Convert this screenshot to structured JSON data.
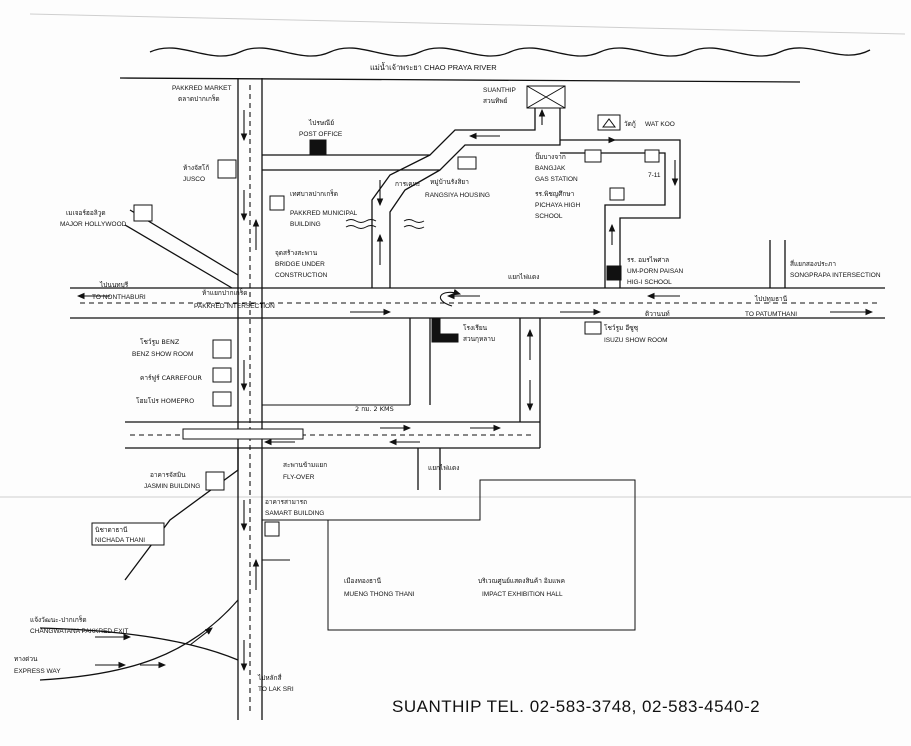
{
  "river": {
    "label": "แม่น้ำเจ้าพระยา CHAO PRAYA RIVER"
  },
  "places": {
    "suanthip_th": "สวนทิพย์",
    "suanthip_en": "SUANTHIP",
    "wat_th": "วัดกู้",
    "wat_en": "WAT KOO",
    "pakkred_market_en": "PAKKRED MARKET",
    "pakkred_market_th": "ตลาดปากเกร็ด",
    "post_office_th": "ไปรษณีย์",
    "post_office_en": "POST OFFICE",
    "jusco_th": "ห้างจัสโก้",
    "jusco_en": "JUSCO",
    "major_th": "เมเจอร์ฮอลิวูด",
    "major_en": "MAJOR HOLLYWOOD",
    "municipal_th": "เทศบาลปากเกร็ด",
    "municipal_en_1": "PAKKRED MUNICIPAL",
    "municipal_en_2": "BUILDING",
    "housing_th": "หมู่บ้านรังสิยา",
    "housing_en": "RANGSIYA HOUSING",
    "canal_th": "การเคหะ",
    "gas_th": "ปั๊มบางจาก",
    "gas_en_1": "BANGJAK",
    "gas_en_2": "GAS STATION",
    "seven_eleven": "7-11",
    "pichaya_th": "รร.พิชญศึกษา",
    "pichaya_en_1": "PICHAYA HIGH",
    "pichaya_en_2": "SCHOOL",
    "bridge_th": "จุดสร้างสะพาน",
    "bridge_en_1": "BRIDGE UNDER",
    "bridge_en_2": "CONSTRUCTION",
    "umporn_th": "รร. อมรไพศาล",
    "umporn_en_1": "UM-PORN PAISAN",
    "umporn_en_2": "HIG-I SCHOOL",
    "yaek_faidaeng": "แยกไฟแดง",
    "songprapa_th": "สี่แยกสองประภา",
    "songprapa_en": "SONGPRAPA INTERSECTION",
    "nonthaburi_th": "ไปนนทบุรี",
    "nonthaburi_en": "TO NONTHABURI",
    "pakkred_int_th": "ห้าแยกปากเกร็ด",
    "pakkred_int_en": "PAKKRED INTERSECTION",
    "pathumthani_th": "ไปปทุมธานี",
    "pathumthani_en": "TO PATUMTHANI",
    "tiwanon_th": "ติวานนท์",
    "school_th_1": "โรงเรียน",
    "school_th_2": "สวนกุหลาบ",
    "benz_th": "โชว์รูม BENZ",
    "benz_en": "BENZ SHOW ROOM",
    "carrefour": "คาร์ฟูร์ CARREFOUR",
    "homepro": "โฮมโปร HOMEPRO",
    "isuzu_th": "โชว์รูม อีซูซุ",
    "isuzu_en": "ISUZU SHOW ROOM",
    "distance": "2 กม. 2 KMS",
    "flyover_th": "สะพานข้ามแยก",
    "flyover_en": "FLY-OVER",
    "jasmin_th": "อาคารจัสมิน",
    "jasmin_en": "JASMIN BUILDING",
    "samart_th": "อาคารสามารถ",
    "samart_en": "SAMART BUILDING",
    "nichada_th": "นิชาดาธานี",
    "nichada_en": "NICHADA THANI",
    "yaek_faidaeng_2": "แยกไฟแดง",
    "muang_thong_th": "เมืองทองธานี",
    "muang_thong_en": "MUENG THONG THANI",
    "impact_th": "บริเวณศูนย์แสดงสินค้า อิมแพค",
    "impact_en": "IMPACT EXHIBITION HALL",
    "changwattana_th": "แจ้งวัฒนะ-ปากเกร็ด",
    "changwattana_en": "CHANGWATANA PAKKRED EXIT",
    "expressway_th": "ทางด่วน",
    "expressway_en": "EXPRESS WAY",
    "laksi_th": "ไปหลักสี่",
    "laksi_en": "TO LAK SRI"
  },
  "footer": {
    "contact": "SUANTHIP  TEL. 02-583-3748, 02-583-4540-2"
  }
}
